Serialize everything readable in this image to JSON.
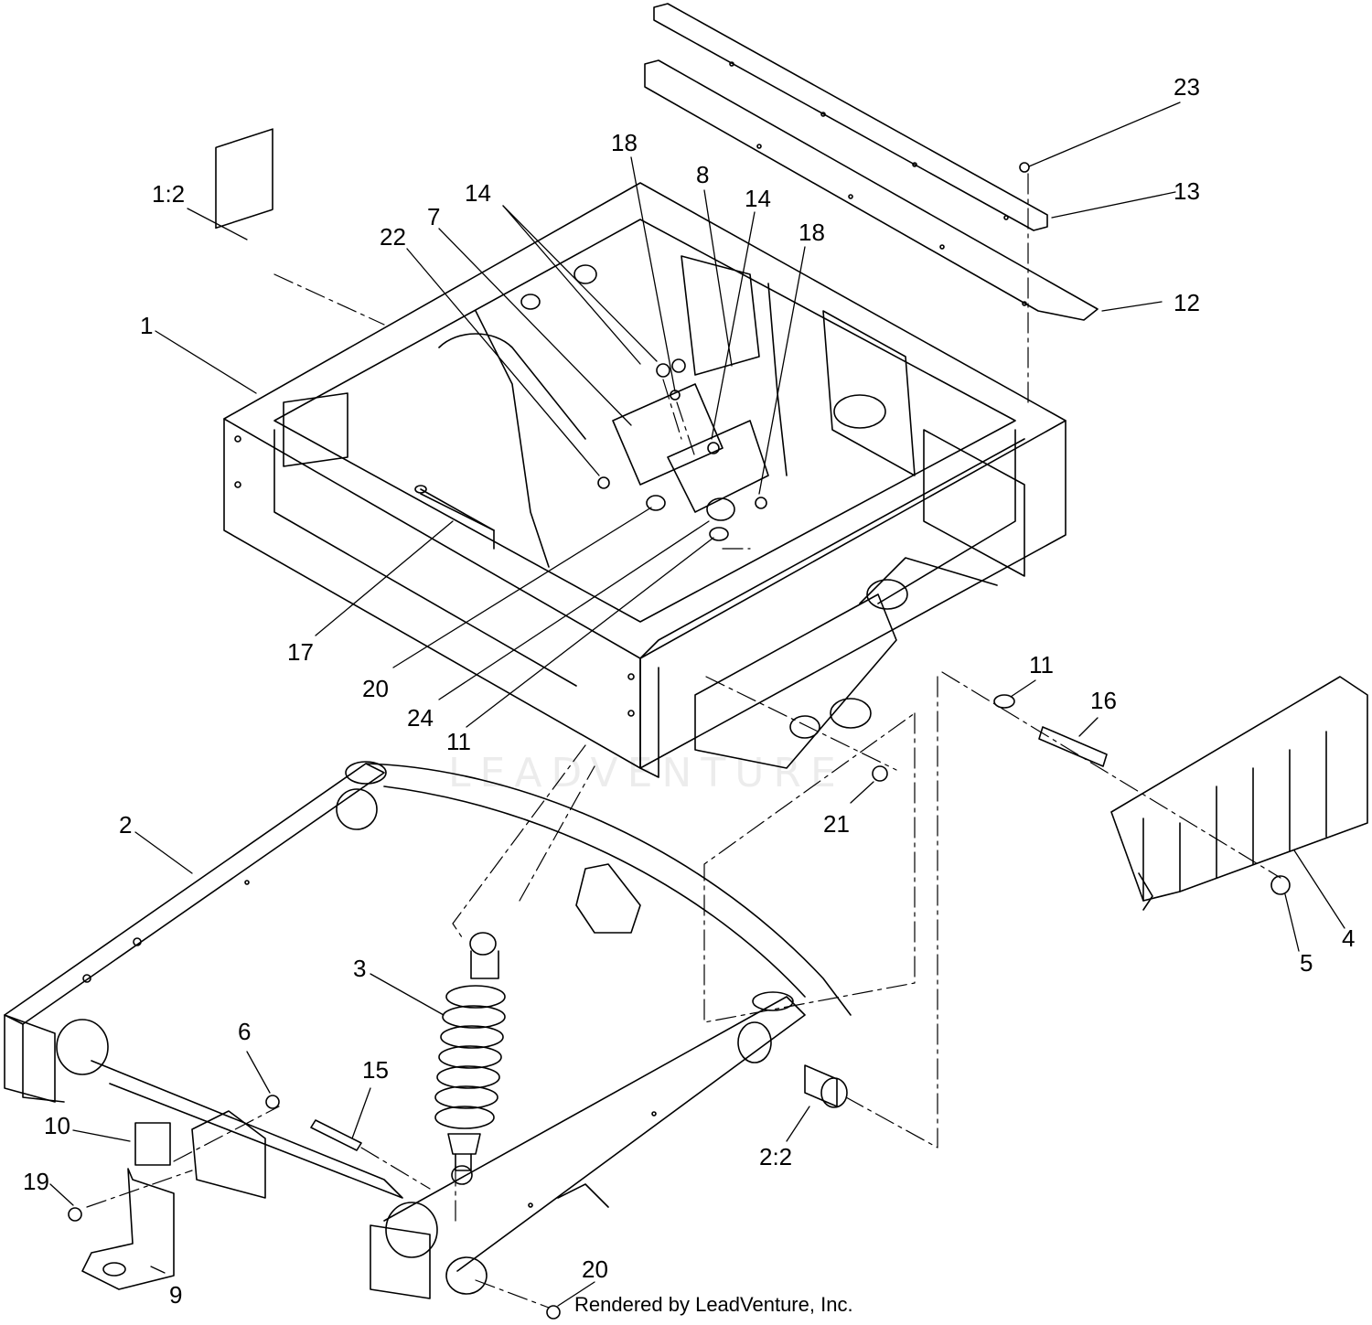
{
  "callouts": [
    {
      "id": "c-1-2",
      "label": "1:2"
    },
    {
      "id": "c-1",
      "label": "1"
    },
    {
      "id": "c-22",
      "label": "22"
    },
    {
      "id": "c-7",
      "label": "7"
    },
    {
      "id": "c-14a",
      "label": "14"
    },
    {
      "id": "c-18a",
      "label": "18"
    },
    {
      "id": "c-8",
      "label": "8"
    },
    {
      "id": "c-14b",
      "label": "14"
    },
    {
      "id": "c-18b",
      "label": "18"
    },
    {
      "id": "c-23",
      "label": "23"
    },
    {
      "id": "c-13",
      "label": "13"
    },
    {
      "id": "c-12",
      "label": "12"
    },
    {
      "id": "c-17",
      "label": "17"
    },
    {
      "id": "c-20a",
      "label": "20"
    },
    {
      "id": "c-24",
      "label": "24"
    },
    {
      "id": "c-11a",
      "label": "11"
    },
    {
      "id": "c-11b",
      "label": "11"
    },
    {
      "id": "c-16",
      "label": "16"
    },
    {
      "id": "c-21",
      "label": "21"
    },
    {
      "id": "c-2",
      "label": "2"
    },
    {
      "id": "c-3",
      "label": "3"
    },
    {
      "id": "c-6",
      "label": "6"
    },
    {
      "id": "c-15",
      "label": "15"
    },
    {
      "id": "c-10",
      "label": "10"
    },
    {
      "id": "c-19",
      "label": "19"
    },
    {
      "id": "c-9",
      "label": "9"
    },
    {
      "id": "c-20b",
      "label": "20"
    },
    {
      "id": "c-2-2",
      "label": "2:2"
    },
    {
      "id": "c-5",
      "label": "5"
    },
    {
      "id": "c-4",
      "label": "4"
    }
  ],
  "watermark": "LEADVENTURE",
  "credit": "Rendered by LeadVenture, Inc.",
  "colors": {
    "line": "#000000",
    "background": "#ffffff"
  }
}
